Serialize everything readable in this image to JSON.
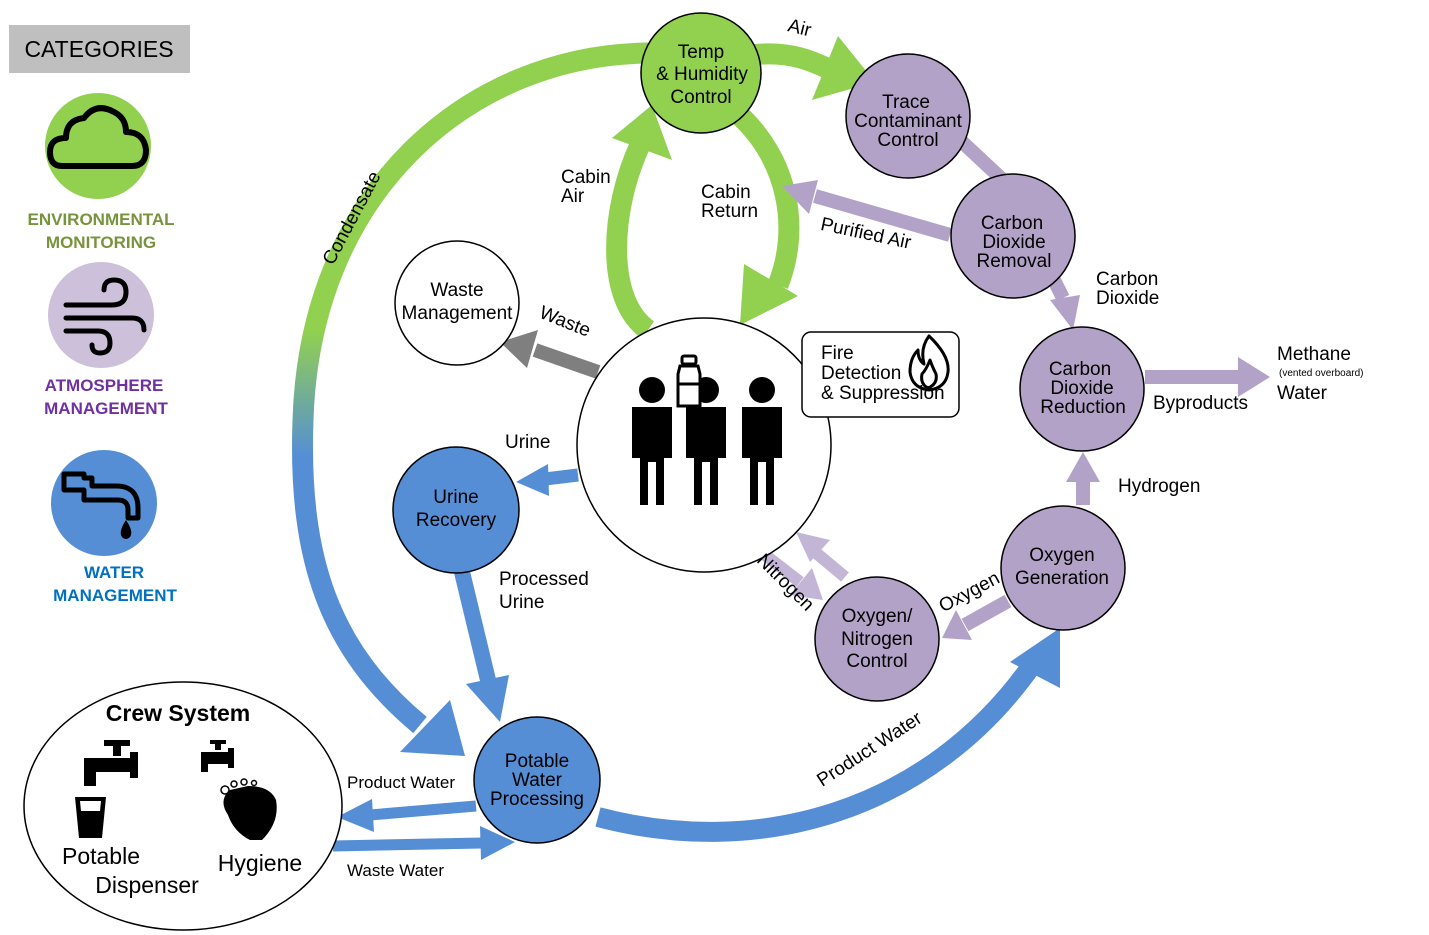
{
  "legend": {
    "title": "CATEGORIES",
    "categories": [
      {
        "id": "env",
        "line1": "ENVIRONMENTAL",
        "line2": "MONITORING",
        "color": "#92d050",
        "text_color": "#77933c",
        "icon": "cloud-icon"
      },
      {
        "id": "atm",
        "line1": "ATMOSPHERE",
        "line2": "MANAGEMENT",
        "color": "#cdc0da",
        "text_color": "#7030a0",
        "icon": "wind-icon"
      },
      {
        "id": "water",
        "line1": "WATER",
        "line2": "MANAGEMENT",
        "color": "#558ed5",
        "text_color": "#0070c0",
        "icon": "faucet-icon"
      }
    ]
  },
  "colors": {
    "green": "#92d050",
    "purple": "#b3a2c7",
    "purple_light": "#c3b5d6",
    "blue": "#558ed5",
    "gray": "#7f7f7f",
    "outline": "#000000"
  },
  "nodes": {
    "temp_humidity": {
      "lines": [
        "Temp",
        "& Humidity",
        "Control"
      ]
    },
    "trace_contaminant": {
      "lines": [
        "Trace",
        "Contaminant",
        "Control"
      ]
    },
    "co2_removal": {
      "lines": [
        "Carbon",
        "Dioxide",
        "Removal"
      ]
    },
    "co2_reduction": {
      "lines": [
        "Carbon",
        "Dioxide",
        "Reduction"
      ]
    },
    "oxygen_generation": {
      "lines": [
        "Oxygen",
        "Generation"
      ]
    },
    "o2n2_control": {
      "lines": [
        "Oxygen/",
        "Nitrogen",
        "Control"
      ]
    },
    "waste_management": {
      "lines": [
        "Waste",
        "Management"
      ]
    },
    "urine_recovery": {
      "lines": [
        "Urine",
        "Recovery"
      ]
    },
    "potable_water": {
      "lines": [
        "Potable",
        "Water",
        "Processing"
      ]
    },
    "crew": {
      "icon": "crew-icon"
    }
  },
  "fire_box": {
    "lines": [
      "Fire",
      "Detection",
      "& Suppression"
    ],
    "icon": "flame-icon"
  },
  "crew_system": {
    "title": "Crew System",
    "potable_line1": "Potable",
    "potable_line2": "Dispenser",
    "hygiene": "Hygiene"
  },
  "edges": {
    "air": "Air",
    "cabin_air_1": "Cabin",
    "cabin_air_2": "Air",
    "cabin_return_1": "Cabin",
    "cabin_return_2": "Return",
    "purified_air": "Purified Air",
    "carbon_dioxide_1": "Carbon",
    "carbon_dioxide_2": "Dioxide",
    "byproducts": "Byproducts",
    "methane": "Methane",
    "vented": "(vented overboard)",
    "water": "Water",
    "hydrogen": "Hydrogen",
    "oxygen": "Oxygen",
    "nitrogen": "Nitrogen",
    "waste": "Waste",
    "urine": "Urine",
    "processed_1": "Processed",
    "processed_2": "Urine",
    "condensate": "Condensate",
    "product_water_big": "Product Water",
    "product_water_small": "Product Water",
    "waste_water": "Waste Water"
  }
}
